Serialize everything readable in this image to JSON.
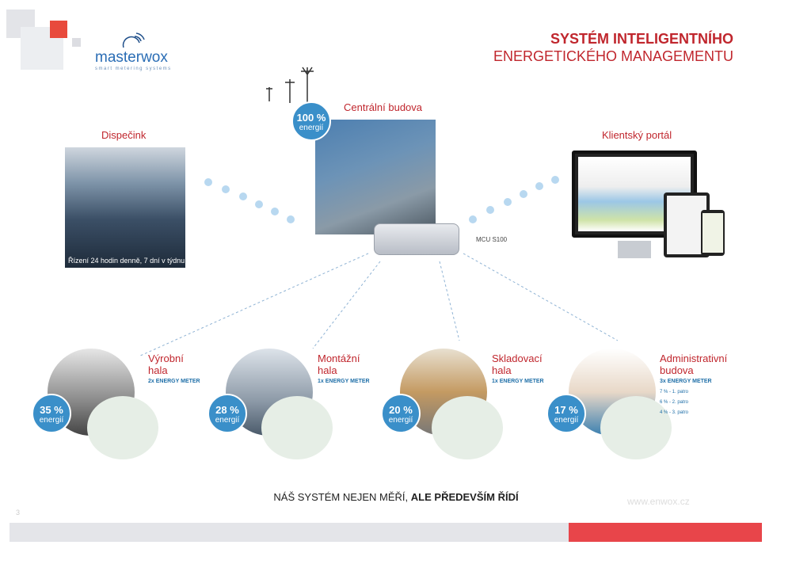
{
  "logo": {
    "name": "masterwox",
    "tagline": "smart metering systems"
  },
  "title": {
    "line1": "SYSTÉM INTELIGENTNÍHO",
    "line2": "ENERGETICKÉHO MANAGEMENTU"
  },
  "dispecink": {
    "label": "Dispečink",
    "caption": "Řízení 24 hodin denně, 7 dní v týdnu"
  },
  "central": {
    "label": "Centrální budova",
    "percent": "100 %",
    "energy": "energií",
    "device": "MCU S100"
  },
  "portal": {
    "label": "Klientský portál"
  },
  "halls": [
    {
      "title1": "Výrobní",
      "title2": "hala",
      "meter": "2x ENERGY METER",
      "percent": "35 %",
      "energy": "energií"
    },
    {
      "title1": "Montážní",
      "title2": "hala",
      "meter": "1x ENERGY METER",
      "percent": "28 %",
      "energy": "energií"
    },
    {
      "title1": "Skladovací",
      "title2": "hala",
      "meter": "1x ENERGY METER",
      "percent": "20 %",
      "energy": "energií"
    },
    {
      "title1": "Administrativní",
      "title2": "budova",
      "meter": "3x ENERGY METER",
      "percent": "17 %",
      "energy": "energií"
    }
  ],
  "floors": [
    "7 % - 1. patro",
    "6 % - 2. patro",
    "4 % - 3. patro"
  ],
  "slogan": {
    "normal": "NÁŠ SYSTÉM NEJEN MĚŘÍ, ",
    "bold": "ALE PŘEDEVŠÍM ŘÍDÍ"
  },
  "website": "www.enwox.cz",
  "page_number": "3"
}
